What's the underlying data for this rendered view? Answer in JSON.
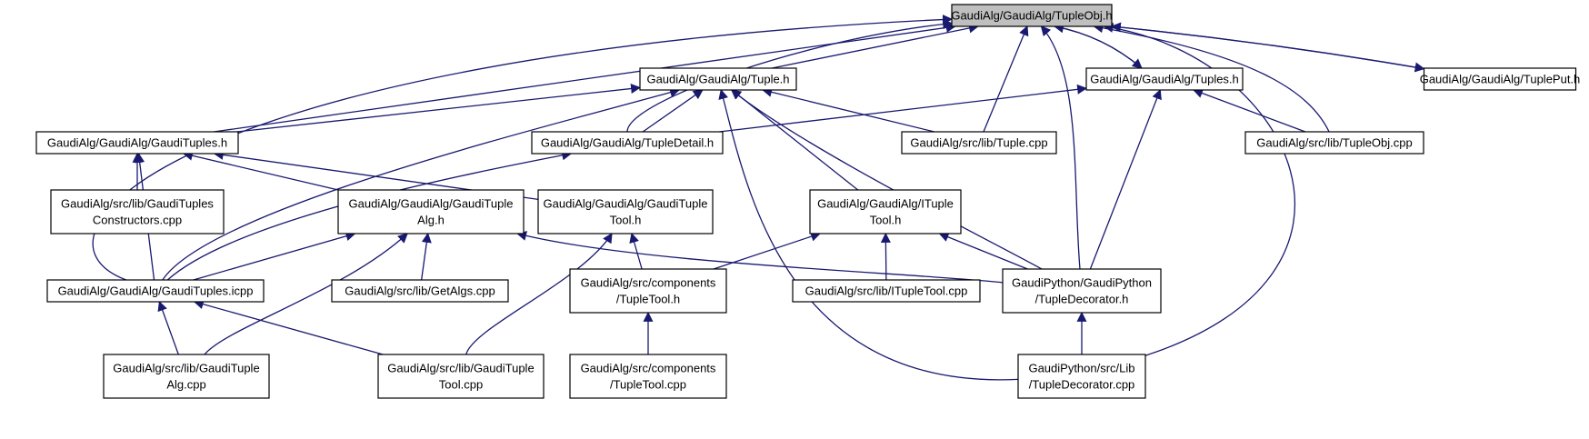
{
  "colors": {
    "edge": "#191970",
    "highlight_fill": "#bfbfbf",
    "node_fill": "#ffffff",
    "node_stroke": "#000000"
  },
  "nodes": [
    {
      "id": "tupleobj_h",
      "lines": [
        "GaudiAlg/GaudiAlg/TupleObj.h"
      ],
      "highlight": true
    },
    {
      "id": "tuple_h",
      "lines": [
        "GaudiAlg/GaudiAlg/Tuple.h"
      ]
    },
    {
      "id": "tuples_h",
      "lines": [
        "GaudiAlg/GaudiAlg/Tuples.h"
      ]
    },
    {
      "id": "tupleput_h",
      "lines": [
        "GaudiAlg/GaudiAlg/TuplePut.h"
      ]
    },
    {
      "id": "gaudituples_h",
      "lines": [
        "GaudiAlg/GaudiAlg/GaudiTuples.h"
      ]
    },
    {
      "id": "tupledetail_h",
      "lines": [
        "GaudiAlg/GaudiAlg/TupleDetail.h"
      ]
    },
    {
      "id": "tuple_cpp",
      "lines": [
        "GaudiAlg/src/lib/Tuple.cpp"
      ]
    },
    {
      "id": "tupleobj_cpp",
      "lines": [
        "GaudiAlg/src/lib/TupleObj.cpp"
      ]
    },
    {
      "id": "gtconstructors_cpp",
      "lines": [
        "GaudiAlg/src/lib/GaudiTuples",
        "Constructors.cpp"
      ]
    },
    {
      "id": "gaudituplealg_h",
      "lines": [
        "GaudiAlg/GaudiAlg/GaudiTuple",
        "Alg.h"
      ]
    },
    {
      "id": "gaudituplatool_h",
      "lines": [
        "GaudiAlg/GaudiAlg/GaudiTuple",
        "Tool.h"
      ]
    },
    {
      "id": "ituple_tool_h",
      "lines": [
        "GaudiAlg/GaudiAlg/ITuple",
        "Tool.h"
      ]
    },
    {
      "id": "gaudituples_icpp",
      "lines": [
        "GaudiAlg/GaudiAlg/GaudiTuples.icpp"
      ]
    },
    {
      "id": "getalgs_cpp",
      "lines": [
        "GaudiAlg/src/lib/GetAlgs.cpp"
      ]
    },
    {
      "id": "comp_tupletool_h",
      "lines": [
        "GaudiAlg/src/components",
        "/TupleTool.h"
      ]
    },
    {
      "id": "ituple_tool_cpp",
      "lines": [
        "GaudiAlg/src/lib/ITupleTool.cpp"
      ]
    },
    {
      "id": "py_tupledecorator_h",
      "lines": [
        "GaudiPython/GaudiPython",
        "/TupleDecorator.h"
      ]
    },
    {
      "id": "gaudituplealg_cpp",
      "lines": [
        "GaudiAlg/src/lib/GaudiTuple",
        "Alg.cpp"
      ]
    },
    {
      "id": "gauditupletool_cpp",
      "lines": [
        "GaudiAlg/src/lib/GaudiTuple",
        "Tool.cpp"
      ]
    },
    {
      "id": "comp_tupletool_cpp",
      "lines": [
        "GaudiAlg/src/components",
        "/TupleTool.cpp"
      ]
    },
    {
      "id": "py_tupledecorator_cpp",
      "lines": [
        "GaudiPython/src/Lib",
        "/TupleDecorator.cpp"
      ]
    }
  ],
  "edges": [
    {
      "from": "tuple_h",
      "to": "tupleobj_h"
    },
    {
      "from": "tuples_h",
      "to": "tupleobj_h"
    },
    {
      "from": "tupleobj_h",
      "to": "tuples_h"
    },
    {
      "from": "tupleput_h",
      "to": "tupleobj_h"
    },
    {
      "from": "tupleobj_h",
      "to": "tupleput_h"
    },
    {
      "from": "gaudituples_h",
      "to": "tupleobj_h"
    },
    {
      "from": "tupledetail_h",
      "to": "tupleobj_h"
    },
    {
      "from": "tuple_cpp",
      "to": "tupleobj_h"
    },
    {
      "from": "tupleobj_cpp",
      "to": "tupleobj_h"
    },
    {
      "from": "py_tupledecorator_h",
      "to": "tupleobj_h"
    },
    {
      "from": "py_tupledecorator_cpp",
      "to": "tupleobj_h"
    },
    {
      "from": "gaudituples_icpp",
      "to": "tupleobj_h"
    },
    {
      "from": "gaudituples_h",
      "to": "tuple_h"
    },
    {
      "from": "tupledetail_h",
      "to": "tuple_h"
    },
    {
      "from": "tuple_cpp",
      "to": "tuple_h"
    },
    {
      "from": "ituple_tool_h",
      "to": "tuple_h"
    },
    {
      "from": "py_tupledecorator_h",
      "to": "tuple_h"
    },
    {
      "from": "py_tupledecorator_cpp",
      "to": "tuple_h"
    },
    {
      "from": "gaudituples_icpp",
      "to": "tuple_h"
    },
    {
      "from": "tupledetail_h",
      "to": "tuples_h"
    },
    {
      "from": "tupleobj_cpp",
      "to": "tuples_h"
    },
    {
      "from": "py_tupledecorator_h",
      "to": "tuples_h"
    },
    {
      "from": "gtconstructors_cpp",
      "to": "gaudituples_h"
    },
    {
      "from": "gaudituplealg_h",
      "to": "gaudituples_h"
    },
    {
      "from": "gaudituplatool_h",
      "to": "gaudituples_h"
    },
    {
      "from": "gaudituples_icpp",
      "to": "gaudituples_h"
    },
    {
      "from": "gaudituples_icpp",
      "to": "tupledetail_h"
    },
    {
      "from": "gaudituples_icpp",
      "to": "gaudituplealg_h"
    },
    {
      "from": "getalgs_cpp",
      "to": "gaudituplealg_h"
    },
    {
      "from": "gaudituplealg_cpp",
      "to": "gaudituplealg_h"
    },
    {
      "from": "py_tupledecorator_h",
      "to": "gaudituplealg_h"
    },
    {
      "from": "comp_tupletool_h",
      "to": "gaudituplatool_h"
    },
    {
      "from": "gauditupletool_cpp",
      "to": "gaudituplatool_h"
    },
    {
      "from": "comp_tupletool_h",
      "to": "ituple_tool_h"
    },
    {
      "from": "ituple_tool_cpp",
      "to": "ituple_tool_h"
    },
    {
      "from": "py_tupledecorator_h",
      "to": "ituple_tool_h"
    },
    {
      "from": "gaudituplealg_cpp",
      "to": "gaudituples_icpp"
    },
    {
      "from": "gauditupletool_cpp",
      "to": "gaudituples_icpp"
    },
    {
      "from": "comp_tupletool_cpp",
      "to": "comp_tupletool_h"
    },
    {
      "from": "py_tupledecorator_cpp",
      "to": "py_tupledecorator_h"
    }
  ]
}
